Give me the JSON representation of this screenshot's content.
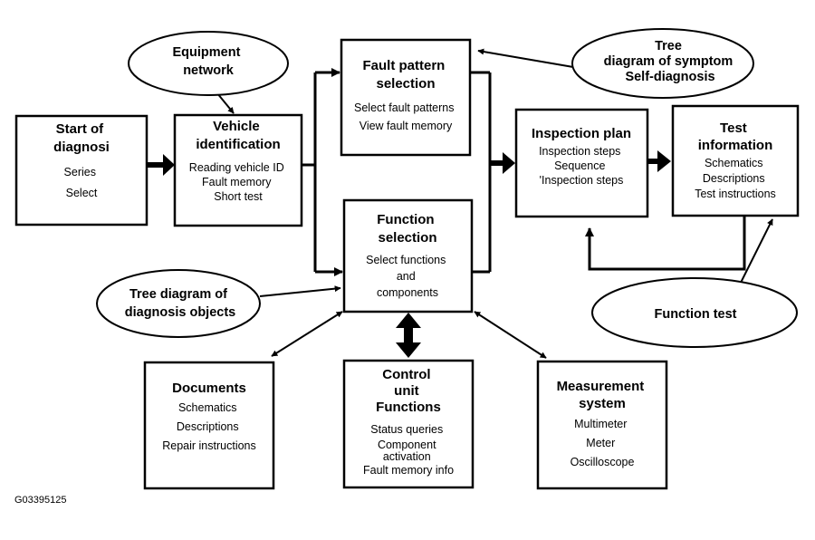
{
  "boxes": {
    "start": {
      "title": [
        "Start of",
        "diagnosi"
      ],
      "items": [
        "Series",
        "Select"
      ]
    },
    "vehicle": {
      "title": [
        "Vehicle",
        "identification"
      ],
      "items": [
        "Reading vehicle ID",
        "Fault memory",
        "Short test"
      ]
    },
    "fault_pattern": {
      "title": [
        "Fault pattern",
        "selection"
      ],
      "items": [
        "Select fault patterns",
        "View fault memory"
      ]
    },
    "function_sel": {
      "title": [
        "Function",
        "selection"
      ],
      "items": [
        "Select functions",
        "and",
        "components"
      ]
    },
    "inspection": {
      "title": [
        "Inspection plan"
      ],
      "items": [
        "Inspection steps",
        "Sequence",
        "'Inspection steps"
      ]
    },
    "test_info": {
      "title": [
        "Test",
        "information"
      ],
      "items": [
        "Schematics",
        "Descriptions",
        "Test instructions"
      ]
    },
    "documents": {
      "title": [
        "Documents"
      ],
      "items": [
        "Schematics",
        "Descriptions",
        "Repair instructions"
      ]
    },
    "control_unit": {
      "title": [
        "Control",
        "unit",
        "Functions"
      ],
      "items": [
        "Status queries",
        "Component",
        "activation",
        "Fault memory info"
      ]
    },
    "measurement": {
      "title": [
        "Measurement",
        "system"
      ],
      "items": [
        "Multimeter",
        "Meter",
        "Oscilloscope"
      ]
    }
  },
  "ellipses": {
    "equipment": {
      "lines": [
        "Equipment",
        "network"
      ]
    },
    "tree_symptom": {
      "lines": [
        "Tree",
        "diagram of symptom",
        "Self-diagnosis"
      ]
    },
    "tree_objects": {
      "lines": [
        "Tree diagram of",
        "diagnosis objects"
      ]
    },
    "function_test": {
      "lines": [
        "Function test"
      ]
    }
  },
  "figure_id": "G03395125"
}
